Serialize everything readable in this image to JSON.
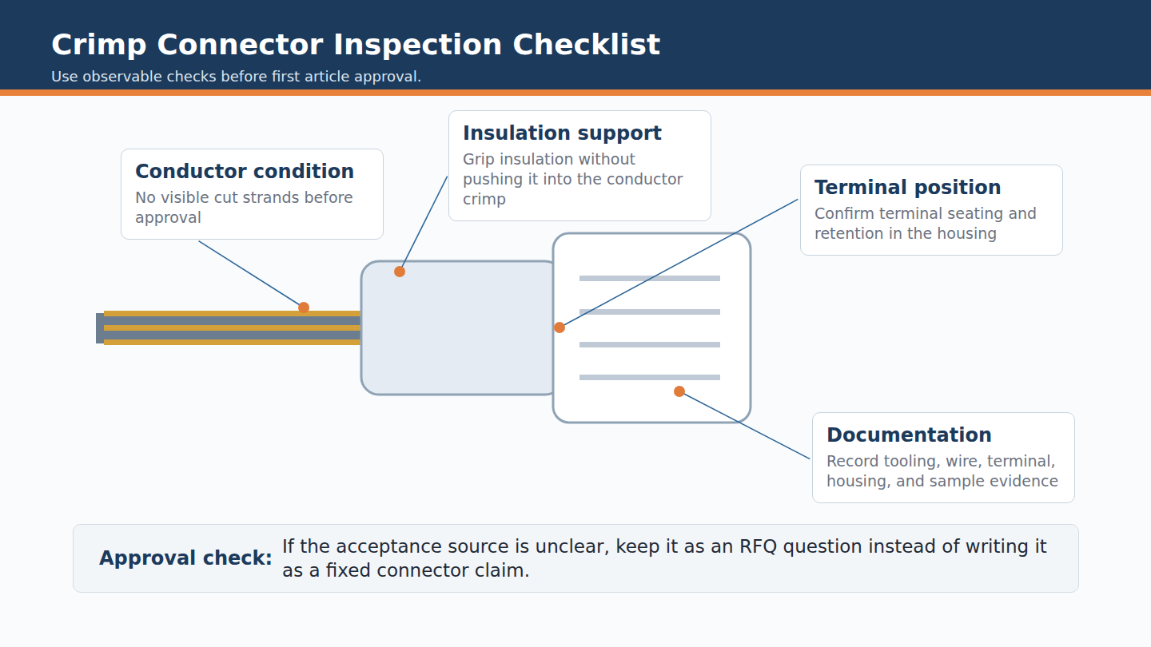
{
  "diagram": {
    "title": "Crimp Connector Inspection Checklist",
    "nodes": [
      {
        "text": [
          "Conductor condition",
          "No visible cut strands before approval"
        ]
      },
      {
        "text": [
          "Insulation support",
          "Grip insulation without pushing it into the conductor crimp"
        ]
      },
      {
        "text": [
          "Terminal position",
          "Confirm terminal seating and retention in the housing"
        ]
      },
      {
        "text": [
          "Documentation",
          "Record tooling, wire, terminal, housing, and sample evidence"
        ]
      },
      {
        "text": [
          "Approval check:",
          "If the acceptance source is unclear, keep it as an RFQ question instead of writing it as a fixed connector claim."
        ]
      }
    ],
    "labels": [
      "Use observable checks before first article approval."
    ]
  }
}
